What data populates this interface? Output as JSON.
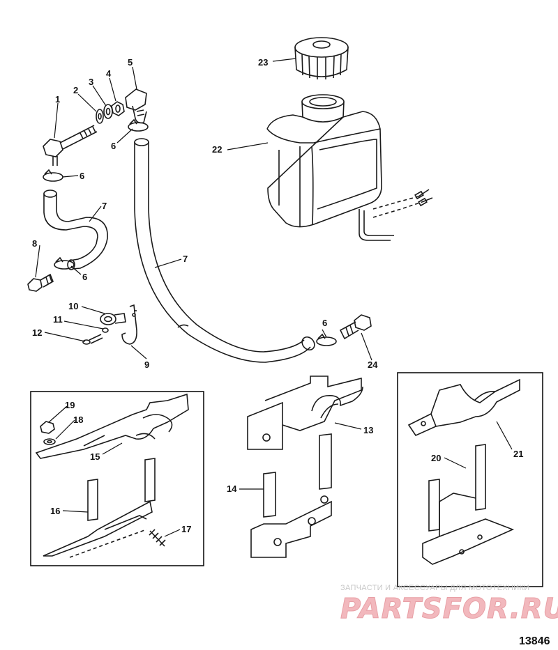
{
  "diagram": {
    "id": "13846",
    "watermark_tagline": "ЗАПЧАСТИ И АКСЕССУАРЫ ДЛЯ МОТОТЕХНИКИ",
    "watermark_logo": "PARTSFOR.RU",
    "callouts": {
      "c1": "1",
      "c2": "2",
      "c3": "3",
      "c4": "4",
      "c5": "5",
      "c6a": "6",
      "c6b": "6",
      "c6c": "6",
      "c6d": "6",
      "c7a": "7",
      "c7b": "7",
      "c8": "8",
      "c9": "9",
      "c10": "10",
      "c11": "11",
      "c12": "12",
      "c13": "13",
      "c14": "14",
      "c15": "15",
      "c16": "16",
      "c17": "17",
      "c18": "18",
      "c19": "19",
      "c20": "20",
      "c21": "21",
      "c22": "22",
      "c23": "23",
      "c24": "24"
    }
  }
}
